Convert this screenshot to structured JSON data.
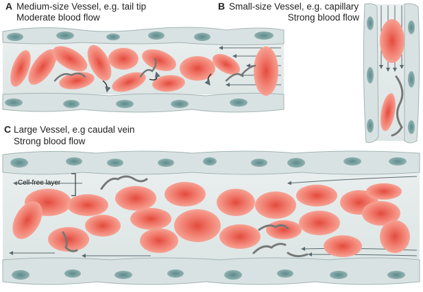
{
  "panels": {
    "A": {
      "letter": "A",
      "title": "Medium-size Vessel, e.g. tail tip",
      "subtitle": "Moderate blood flow"
    },
    "B": {
      "letter": "B",
      "title": "Small-size Vessel, e.g. capillary",
      "subtitle": "Strong blood flow"
    },
    "C": {
      "letter": "C",
      "title": "Large Vessel, e.g caudal vein",
      "subtitle": "Strong blood flow",
      "annotation": "Cell-free layer"
    }
  },
  "colors": {
    "endothelium_fill": "#dbe3e3",
    "endothelium_stroke": "#9fb0b0",
    "nucleus": "#6f9696",
    "lumen": "#e4eaea",
    "rbc": "#f07a6a",
    "rbc_center": "#e8574a",
    "flow_arrow": "#5a6a70",
    "trypanosome": "#8a8a8a"
  }
}
